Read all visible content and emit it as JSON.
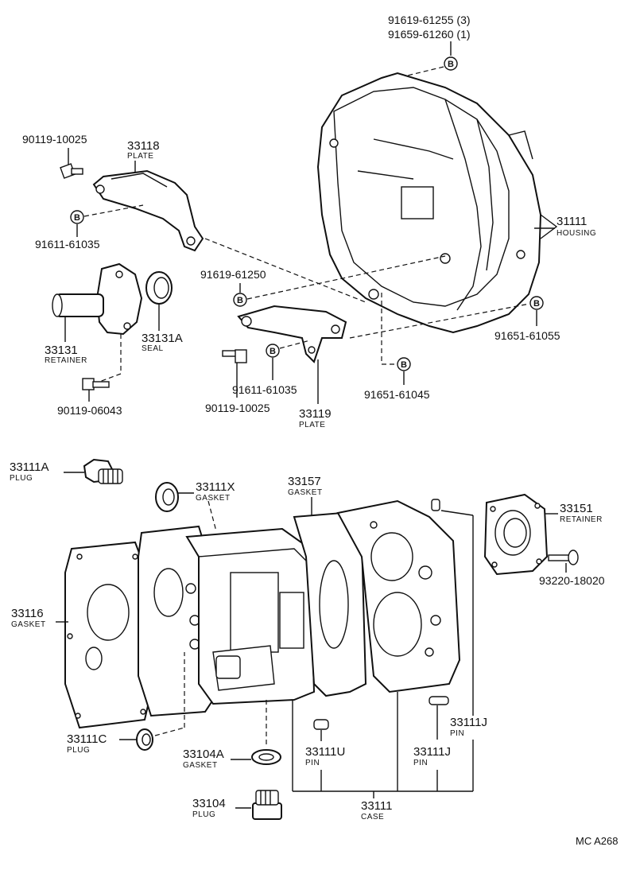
{
  "labels": {
    "top_bolts_1": "91619-61255 (3)",
    "top_bolts_2": "91659-61260 (1)",
    "bolt_90119_10025_a": "90119-10025",
    "plate_33118_num": "33118",
    "plate_33118_name": "PLATE",
    "bolt_91611_61035_a": "91611-61035",
    "housing_num": "31111",
    "housing_name": "HOUSING",
    "bolt_91619_61250": "91619-61250",
    "bolt_91651_61055": "91651-61055",
    "retainer_33131_num": "33131",
    "retainer_33131_name": "RETAINER",
    "seal_num": "33131A",
    "seal_name": "SEAL",
    "bolt_90119_06043": "90119-06043",
    "bolt_90119_10025_b": "90119-10025",
    "bolt_91611_61035_b": "91611-61035",
    "bolt_91651_61045": "91651-61045",
    "plate_33119_num": "33119",
    "plate_33119_name": "PLATE",
    "plug_33111a_num": "33111A",
    "plug_33111a_name": "PLUG",
    "gasket_33111x_num": "33111X",
    "gasket_33111x_name": "GASKET",
    "gasket_33157_num": "33157",
    "gasket_33157_name": "GASKET",
    "retainer_33151_num": "33151",
    "retainer_33151_name": "RETAINER",
    "bolt_93220_18020": "93220-18020",
    "gasket_33116_num": "33116",
    "gasket_33116_name": "GASKET",
    "plug_33111c_num": "33111C",
    "plug_33111c_name": "PLUG",
    "gasket_33104a_num": "33104A",
    "gasket_33104a_name": "GASKET",
    "pin_33111u_num": "33111U",
    "pin_33111u_name": "PIN",
    "pin_33111j_a_num": "33111J",
    "pin_33111j_a_name": "PIN",
    "pin_33111j_b_num": "33111J",
    "pin_33111j_b_name": "PIN",
    "plug_33104_num": "33104",
    "plug_33104_name": "PLUG",
    "case_num": "33111",
    "case_name": "CASE",
    "drawing_code": "MC A268",
    "b_mark": "B"
  }
}
